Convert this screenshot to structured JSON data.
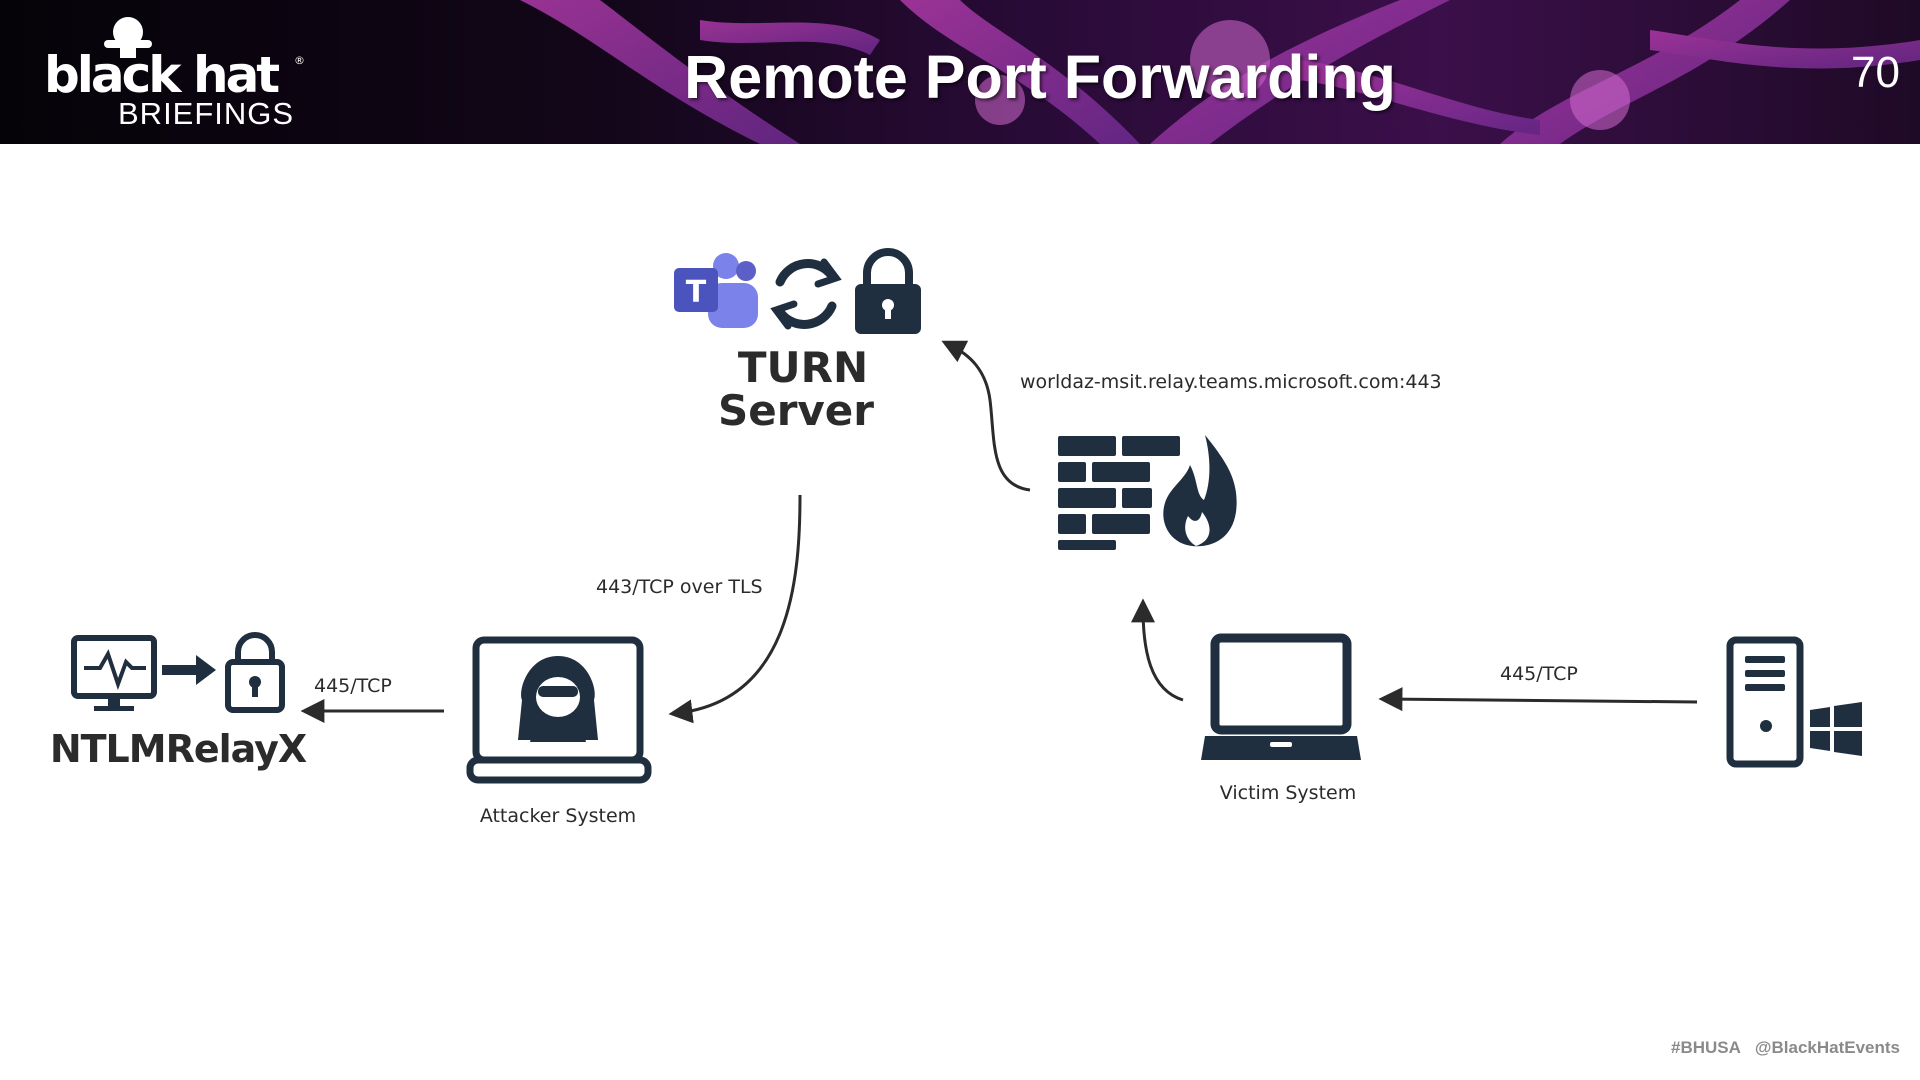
{
  "header": {
    "logo_word": "black hat",
    "logo_sub": "BRIEFINGS",
    "logo_reg": "®",
    "title": "Remote Port Forwarding",
    "slide_number": "70"
  },
  "diagram": {
    "turn_server": {
      "line1": "TURN",
      "line2": "Server"
    },
    "relay_host_label": "worldaz-msit.relay.teams.microsoft.com:443",
    "tls_label": "443/TCP over TLS",
    "attacker_to_relay_label": "445/TCP",
    "server_to_victim_label": "445/TCP",
    "attacker_label": "Attacker System",
    "victim_label": "Victim System",
    "ntlmrelayx_label": "NTLMRelayX",
    "teams_letter": "T"
  },
  "footer": {
    "hashtag": "#BHUSA",
    "handle": "@BlackHatEvents"
  },
  "colors": {
    "icon": "#1f2f3f",
    "teams": "#5b5fc7",
    "teams_dark": "#4b53bc",
    "arrow": "#2b2b2b"
  }
}
